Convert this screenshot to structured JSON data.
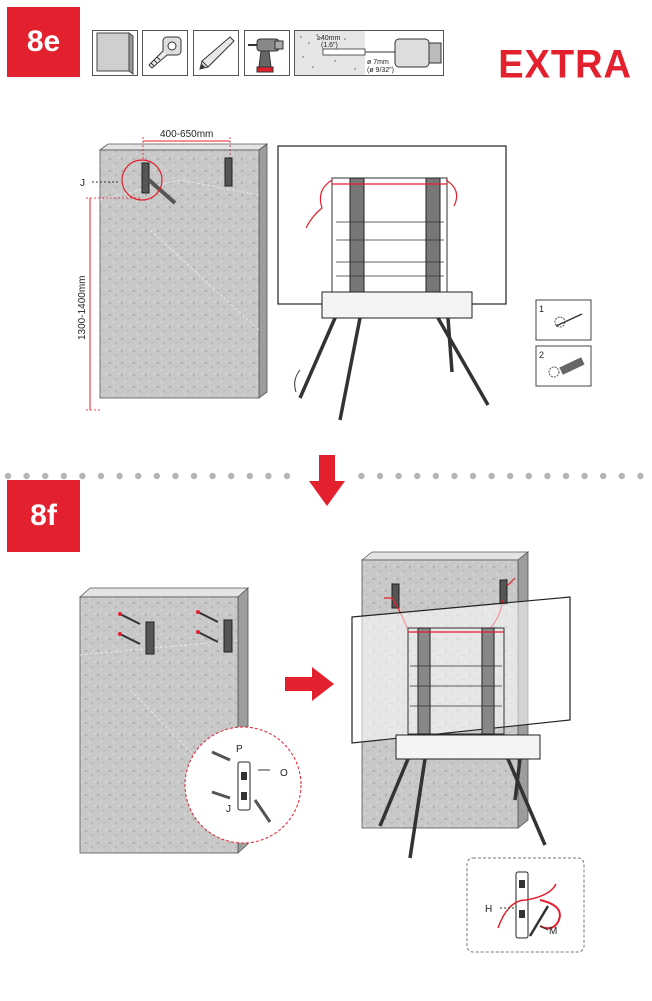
{
  "header": {
    "step_top": "8e",
    "step_bottom": "8f",
    "badge": "EXTRA"
  },
  "tools": [
    {
      "name": "wall-tile-icon"
    },
    {
      "name": "tape-measure-icon"
    },
    {
      "name": "pencil-icon"
    },
    {
      "name": "drill-icon"
    },
    {
      "name": "drill-depth-spec-icon"
    }
  ],
  "drill_spec": {
    "depth": "≥40mm",
    "depth_in": "(1.6\")",
    "bit": "ø 7mm",
    "bit_in": "(ø 9/32\")"
  },
  "step_8e": {
    "width_dimension": "400-650mm",
    "height_dimension": "1300-1400mm",
    "bracket_label": "J",
    "substep_1": "1",
    "substep_2": "2"
  },
  "step_8f": {
    "label_p": "P",
    "label_o": "O",
    "label_j": "J",
    "label_h": "H",
    "label_m": "M"
  },
  "colors": {
    "accent": "#e3202e",
    "line": "#2b2b2b",
    "wall": "#c9c9c9",
    "dots": "#b5b5b5"
  }
}
